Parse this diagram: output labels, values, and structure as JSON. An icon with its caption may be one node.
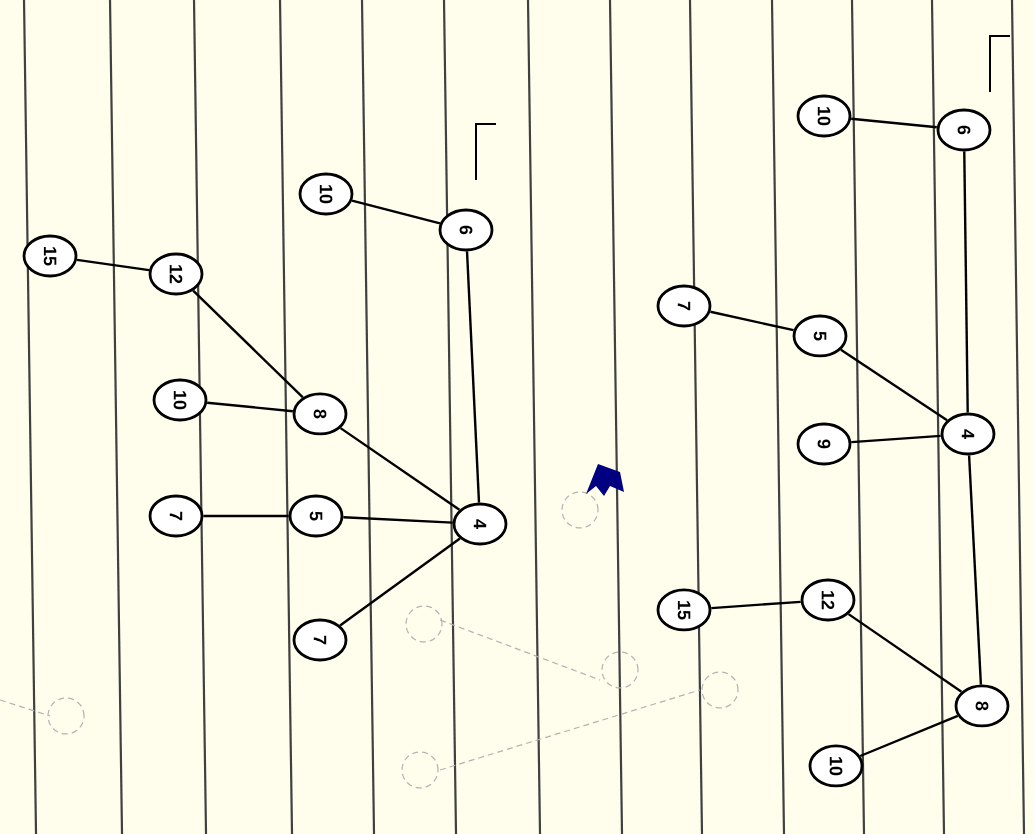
{
  "diagram": {
    "nodes": [
      {
        "text": [
          "15"
        ]
      },
      {
        "text": [
          "12"
        ]
      },
      {
        "text": [
          "10"
        ]
      },
      {
        "text": [
          "6"
        ]
      },
      {
        "text": [
          "10"
        ]
      },
      {
        "text": [
          "8"
        ]
      },
      {
        "text": [
          "7"
        ]
      },
      {
        "text": [
          "5"
        ]
      },
      {
        "text": [
          "4"
        ]
      },
      {
        "text": [
          "7"
        ]
      },
      {
        "text": [
          "10"
        ]
      },
      {
        "text": [
          "6"
        ]
      },
      {
        "text": [
          "7"
        ]
      },
      {
        "text": [
          "5"
        ]
      },
      {
        "text": [
          "9"
        ]
      },
      {
        "text": [
          "4"
        ]
      },
      {
        "text": [
          "15"
        ]
      },
      {
        "text": [
          "12"
        ]
      },
      {
        "text": [
          "10"
        ]
      },
      {
        "text": [
          "8"
        ]
      }
    ],
    "edges": [
      {
        "from": 3,
        "to": 2,
        "arrow": "none"
      },
      {
        "from": 3,
        "to": 8,
        "arrow": "none"
      },
      {
        "from": 8,
        "to": 5,
        "arrow": "none"
      },
      {
        "from": 8,
        "to": 7,
        "arrow": "none"
      },
      {
        "from": 8,
        "to": 9,
        "arrow": "none"
      },
      {
        "from": 5,
        "to": 4,
        "arrow": "none"
      },
      {
        "from": 5,
        "to": 1,
        "arrow": "none"
      },
      {
        "from": 1,
        "to": 0,
        "arrow": "none"
      },
      {
        "from": 7,
        "to": 6,
        "arrow": "none"
      },
      {
        "from": 11,
        "to": 10,
        "arrow": "none"
      },
      {
        "from": 11,
        "to": 15,
        "arrow": "none"
      },
      {
        "from": 15,
        "to": 13,
        "arrow": "none"
      },
      {
        "from": 13,
        "to": 12,
        "arrow": "none"
      },
      {
        "from": 15,
        "to": 14,
        "arrow": "none"
      },
      {
        "from": 15,
        "to": 19,
        "arrow": "none"
      },
      {
        "from": 19,
        "to": 17,
        "arrow": "none"
      },
      {
        "from": 17,
        "to": 16,
        "arrow": "none"
      },
      {
        "from": 19,
        "to": 18,
        "arrow": "none"
      }
    ]
  }
}
